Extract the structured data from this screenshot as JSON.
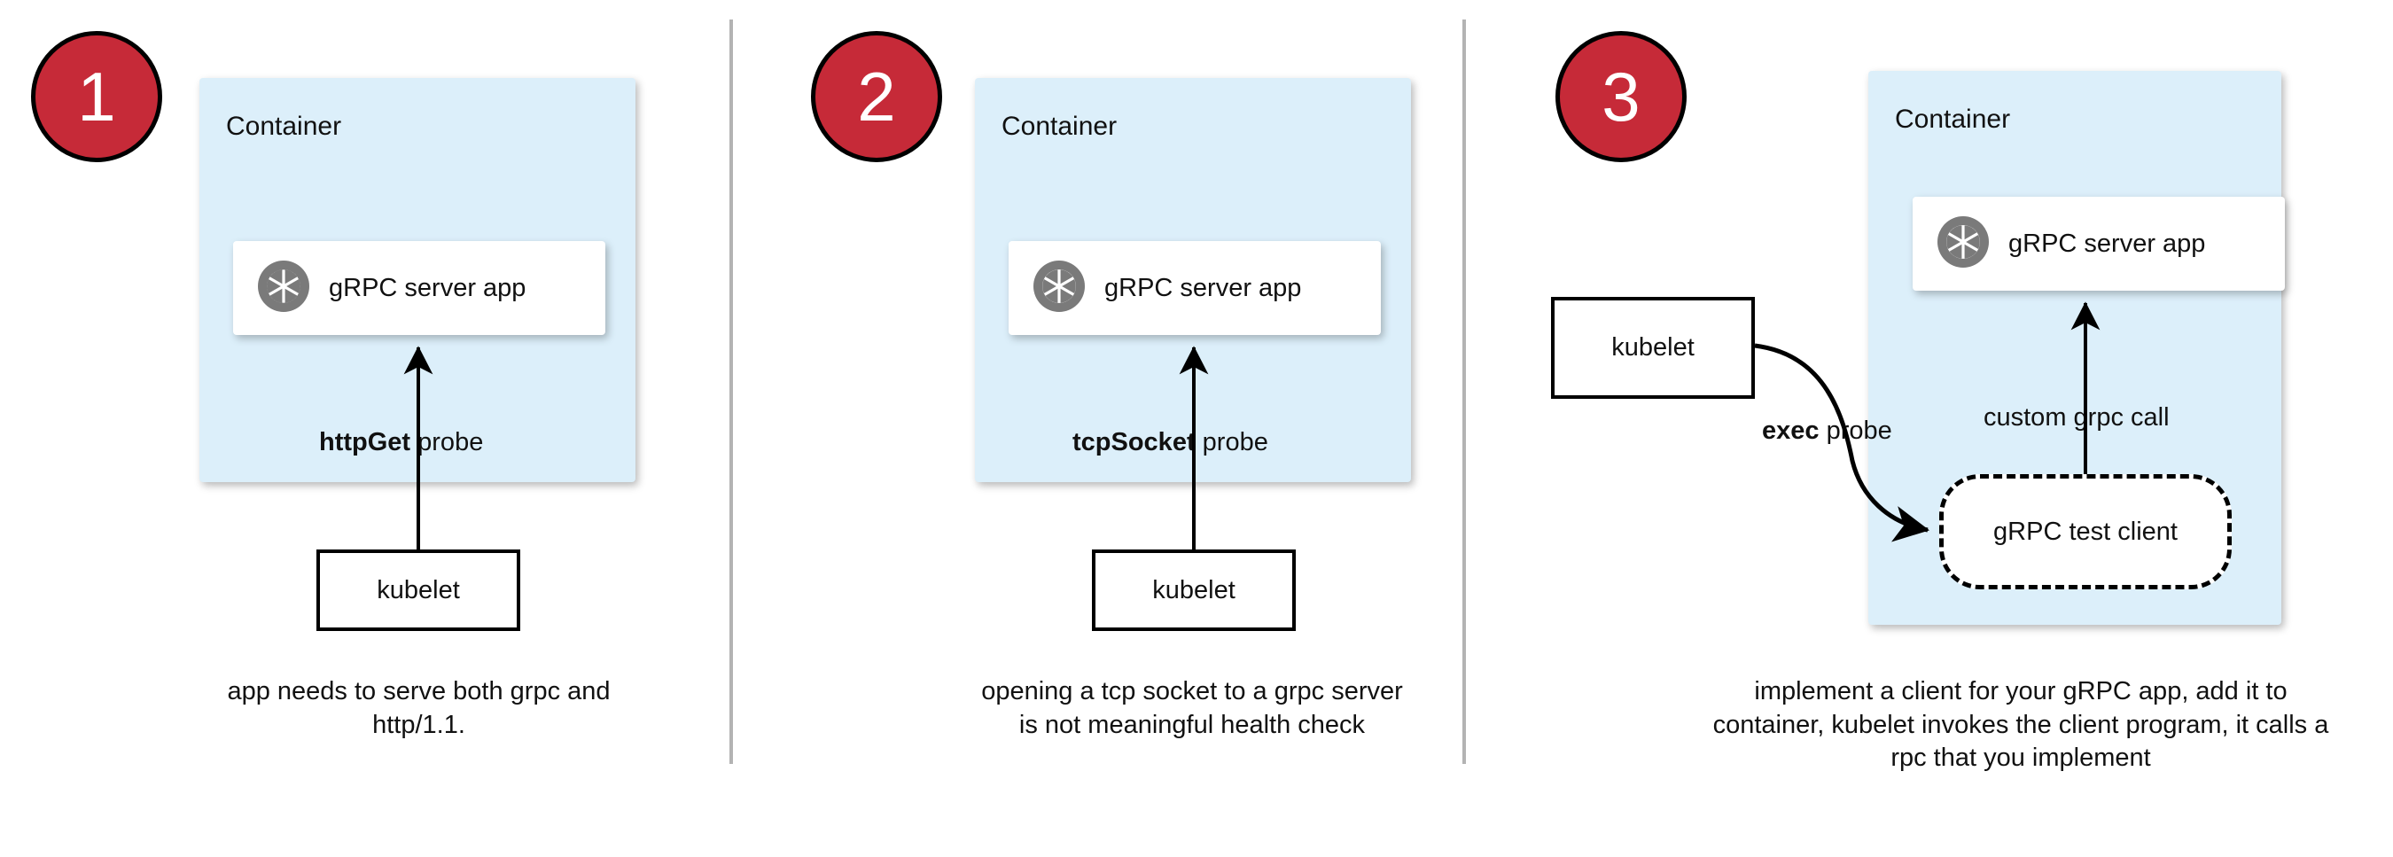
{
  "diagram": {
    "title_colors": {
      "badge_red": "#C62A38",
      "container_blue": "#DCEFFA",
      "divider_gray": "#B3B3B3",
      "grpc_logo_gray": "#7A7A7A",
      "stroke_black": "#000000"
    },
    "panels": [
      {
        "step": "1",
        "container_label": "Container",
        "app_label": "gRPC server app",
        "app_icon": "grpc-aperture-icon",
        "probe_label_bold": "httpGet",
        "probe_label_rest": " probe",
        "kubelet_label": "kubelet",
        "caption": "app needs to serve both grpc and http/1.1."
      },
      {
        "step": "2",
        "container_label": "Container",
        "app_label": "gRPC server app",
        "app_icon": "grpc-aperture-icon",
        "probe_label_bold": "tcpSocket",
        "probe_label_rest": " probe",
        "kubelet_label": "kubelet",
        "caption": "opening a tcp socket to a grpc server is not meaningful health check"
      },
      {
        "step": "3",
        "container_label": "Container",
        "app_label": "gRPC server app",
        "app_icon": "grpc-aperture-icon",
        "probe_label_bold": "exec",
        "probe_label_rest": " probe",
        "kubelet_label": "kubelet",
        "call_label": "custom grpc call",
        "test_client_label": "gRPC test client",
        "caption": "implement a client for your gRPC app, add it to container, kubelet invokes the client program, it calls a rpc that you implement"
      }
    ]
  }
}
